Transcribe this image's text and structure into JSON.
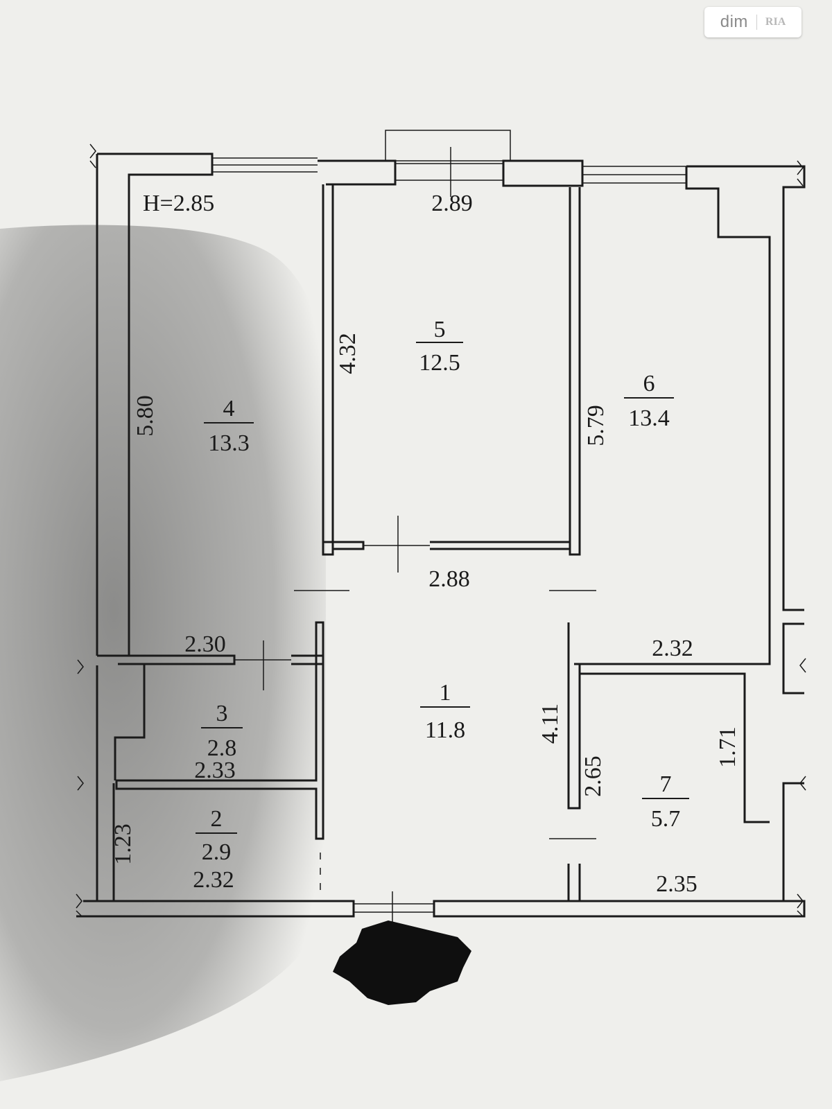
{
  "watermark": {
    "part1": "dim",
    "part2": "RIA"
  },
  "ceiling_height": "H=2.85",
  "rooms": [
    {
      "id": "1",
      "area": "11.8"
    },
    {
      "id": "2",
      "area": "2.9"
    },
    {
      "id": "3",
      "area": "2.8"
    },
    {
      "id": "4",
      "area": "13.3"
    },
    {
      "id": "5",
      "area": "12.5"
    },
    {
      "id": "6",
      "area": "13.4"
    },
    {
      "id": "7",
      "area": "5.7"
    }
  ],
  "dimensions": [
    "2.89",
    "2.88",
    "4.32",
    "5.80",
    "5.79",
    "2.30",
    "2.32",
    "2.33",
    "1.23",
    "2.32",
    "4.11",
    "2.65",
    "1.71",
    "2.35"
  ],
  "colors": {
    "paper": "#efefec",
    "ink": "#1a1a1a",
    "shadow": "#3b3b3b"
  }
}
